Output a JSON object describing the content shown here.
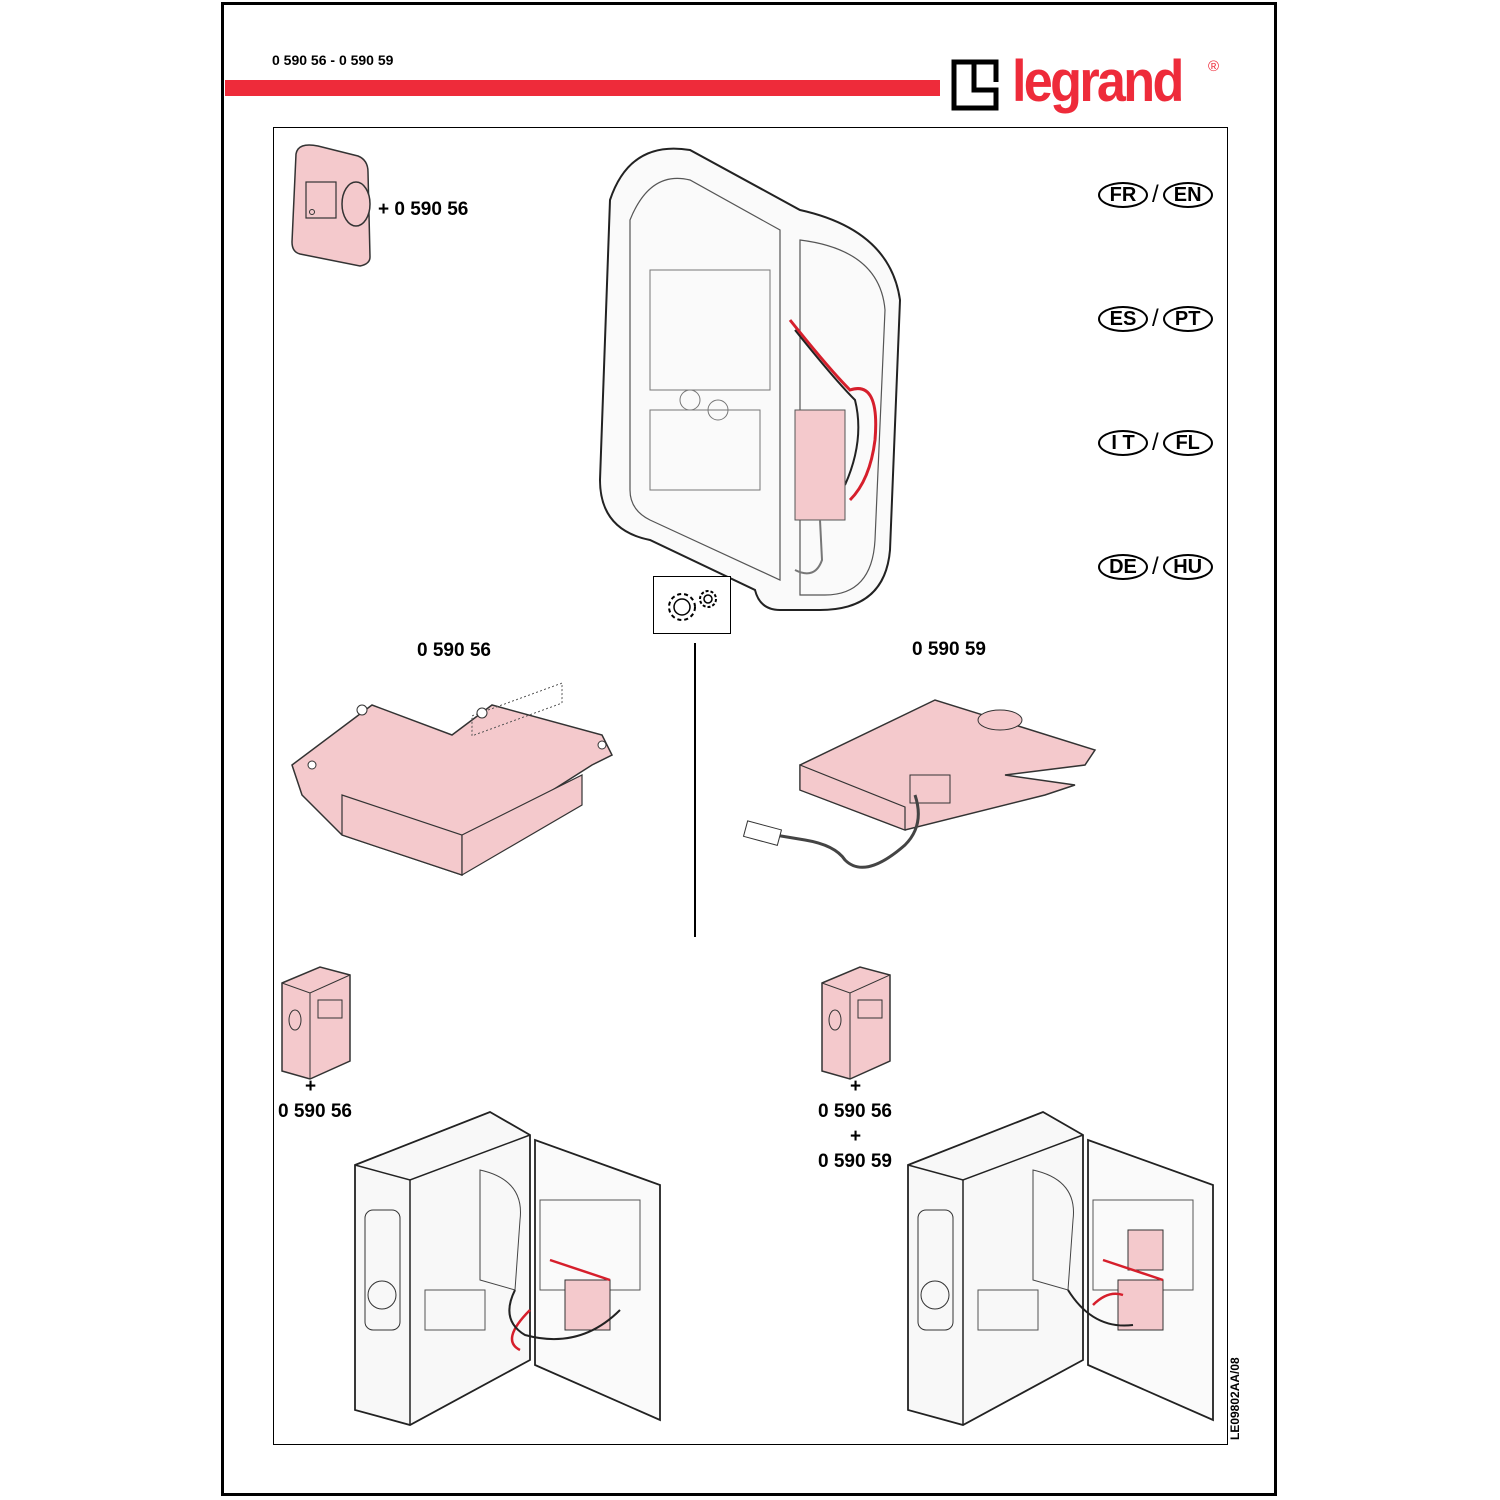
{
  "header": {
    "reference": "0 590 56 - 0 590 59",
    "brand": "legrand",
    "registered_mark": "®"
  },
  "colors": {
    "accent": "#ee2b3a",
    "part_fill": "#f4c9cc"
  },
  "top_left": {
    "label": "+ 0 590 56"
  },
  "languages": [
    {
      "left": "FR",
      "right": "EN"
    },
    {
      "left": "ES",
      "right": "PT"
    },
    {
      "left": "I T",
      "right": "FL"
    },
    {
      "left": "DE",
      "right": "HU"
    }
  ],
  "lang_separator": "/",
  "settings_icon": "gears-icon",
  "parts": {
    "left_code": "0 590 56",
    "right_code": "0 590 59"
  },
  "bottom_left": {
    "plus": "+",
    "code": "0 590 56"
  },
  "bottom_right": {
    "plus1": "+",
    "code1": "0 590 56",
    "plus2": "+",
    "code2": "0 590 59"
  },
  "doc_code": "LE09802AA/08"
}
